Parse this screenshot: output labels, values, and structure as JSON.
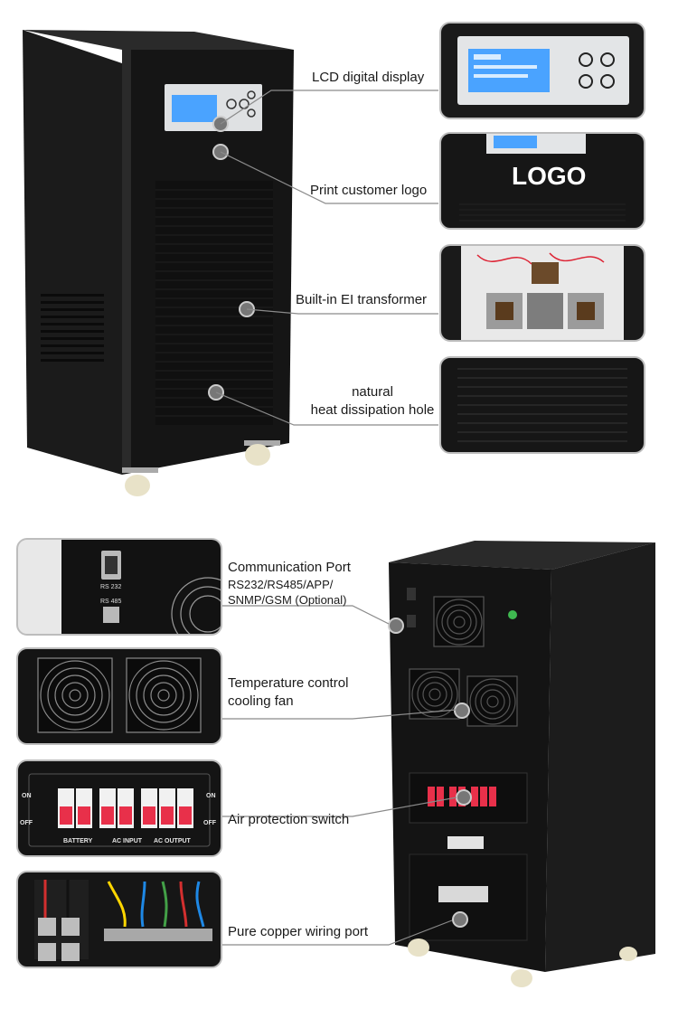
{
  "top_section": {
    "callouts": [
      {
        "label": "LCD digital display"
      },
      {
        "label": "Print customer logo"
      },
      {
        "label": "Built-in EI transformer"
      },
      {
        "label_line1": "natural",
        "label_line2": "heat dissipation hole"
      }
    ],
    "logo_thumb_text": "LOGO"
  },
  "bottom_section": {
    "callouts": [
      {
        "label": "Communication Port",
        "sub_line1": "RS232/RS485/APP/",
        "sub_line2": "SNMP/GSM (Optional)"
      },
      {
        "label_line1": "Temperature control",
        "label_line2": "cooling fan"
      },
      {
        "label": "Air protection switch"
      },
      {
        "label": "Pure copper wiring port"
      }
    ],
    "port_labels": {
      "rs232": "RS 232",
      "rs485": "RS 485"
    },
    "switch_labels": {
      "on": "ON",
      "off": "OFF",
      "battery": "BATTERY",
      "ac_input": "AC INPUT",
      "ac_output": "AC OUTPUT"
    }
  },
  "colors": {
    "cabinet": "#141414",
    "cabinet_edge": "#2b2b2b",
    "lcd": "#4aa3ff",
    "breaker": "#e8304a",
    "callout_line": "#8a8a8a",
    "thumb_border": "#bdbdbd"
  }
}
